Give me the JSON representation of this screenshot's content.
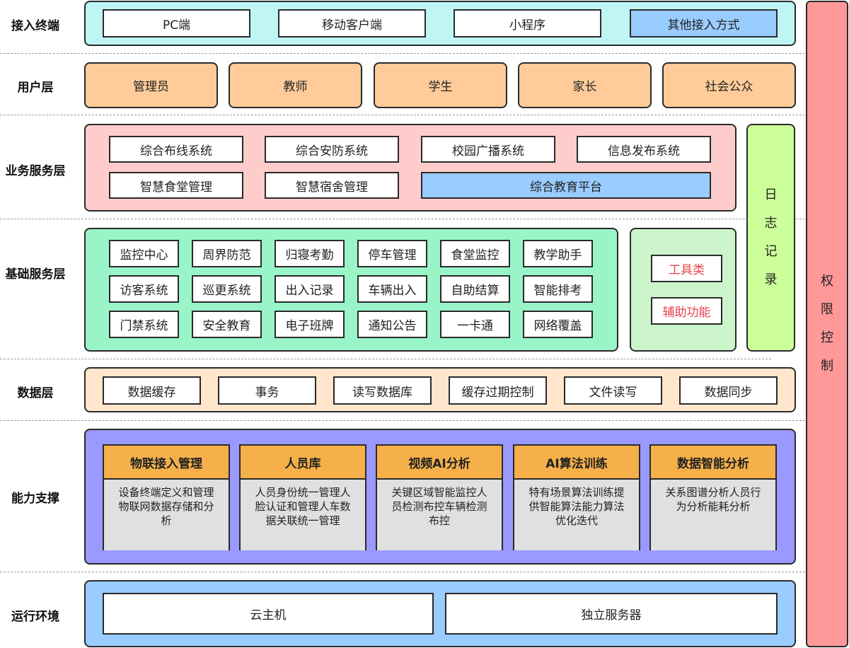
{
  "layers": {
    "access": "接入终端",
    "user": "用户层",
    "business": "业务服务层",
    "basic": "基础服务层",
    "data": "数据层",
    "capability": "能力支撑",
    "runtime": "运行环境"
  },
  "access_terminals": [
    "PC端",
    "移动客户端",
    "小程序",
    "其他接入方式"
  ],
  "users": [
    "管理员",
    "教师",
    "学生",
    "家长",
    "社会公众"
  ],
  "business_services": {
    "row1": [
      "综合布线系统",
      "综合安防系统",
      "校园广播系统",
      "信息发布系统"
    ],
    "row2": [
      "智慧食堂管理",
      "智慧宿舍管理"
    ],
    "platform": "综合教育平台"
  },
  "basic_services": [
    [
      "监控中心",
      "周界防范",
      "归寝考勤",
      "停车管理",
      "食堂监控",
      "教学助手"
    ],
    [
      "访客系统",
      "巡更系统",
      "出入记录",
      "车辆出入",
      "自助结算",
      "智能排考"
    ],
    [
      "门禁系统",
      "安全教育",
      "电子班牌",
      "通知公告",
      "一卡通",
      "网络覆盖"
    ]
  ],
  "tools": [
    "工具类",
    "辅助功能"
  ],
  "log": [
    "日",
    "志",
    "记",
    "录"
  ],
  "permission": [
    "权",
    "限",
    "控",
    "制"
  ],
  "data_layer": [
    "数据缓存",
    "事务",
    "读写数据库",
    "缓存过期控制",
    "文件读写",
    "数据同步"
  ],
  "capabilities": [
    {
      "title": "物联接入管理",
      "desc": "设备终端定义和管理物联网数据存储和分析"
    },
    {
      "title": "人员库",
      "desc": "人员身份统一管理人脸认证和管理人车数据关联统一管理"
    },
    {
      "title": "视频AI分析",
      "desc": "关键区域智能监控人员检测布控车辆检测布控"
    },
    {
      "title": "AI算法训练",
      "desc": "特有场景算法训练提供智能算法能力算法优化迭代"
    },
    {
      "title": "数据智能分析",
      "desc": "关系图谱分析人员行为分析能耗分析"
    }
  ],
  "runtime": [
    "云主机",
    "独立服务器"
  ],
  "colors": {
    "access_panel": "#bff5f5",
    "user_box": "#ffcc99",
    "business_panel": "#ffcccc",
    "highlight_blue": "#99ccff",
    "basic_panel": "#99f5c8",
    "tools_panel": "#ccf5cc",
    "log_panel": "#ccff99",
    "data_panel": "#ffe6cc",
    "capability_panel": "#9999ff",
    "cap_head": "#f5b04a",
    "cap_body": "#e0e0e0",
    "runtime_panel": "#99ccff",
    "permission_panel": "#ff9999",
    "tool_text": "#e8444a"
  }
}
